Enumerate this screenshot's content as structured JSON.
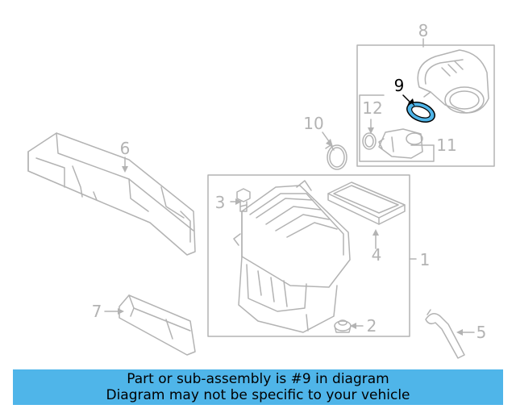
{
  "diagram": {
    "labels": {
      "p1": "1",
      "p2": "2",
      "p3": "3",
      "p4": "4",
      "p5": "5",
      "p6": "6",
      "p7": "7",
      "p8": "8",
      "p9": "9",
      "p10": "10",
      "p11": "11",
      "p12": "12"
    },
    "highlight_part": "9",
    "colors": {
      "line": "#b3b3b3",
      "highlight_fill": "#4fb5e9",
      "banner": "#4fb5e9"
    }
  },
  "banner": {
    "line1": "Part or sub-assembly is #9 in diagram",
    "line2": "Diagram may not be specific to your vehicle"
  }
}
